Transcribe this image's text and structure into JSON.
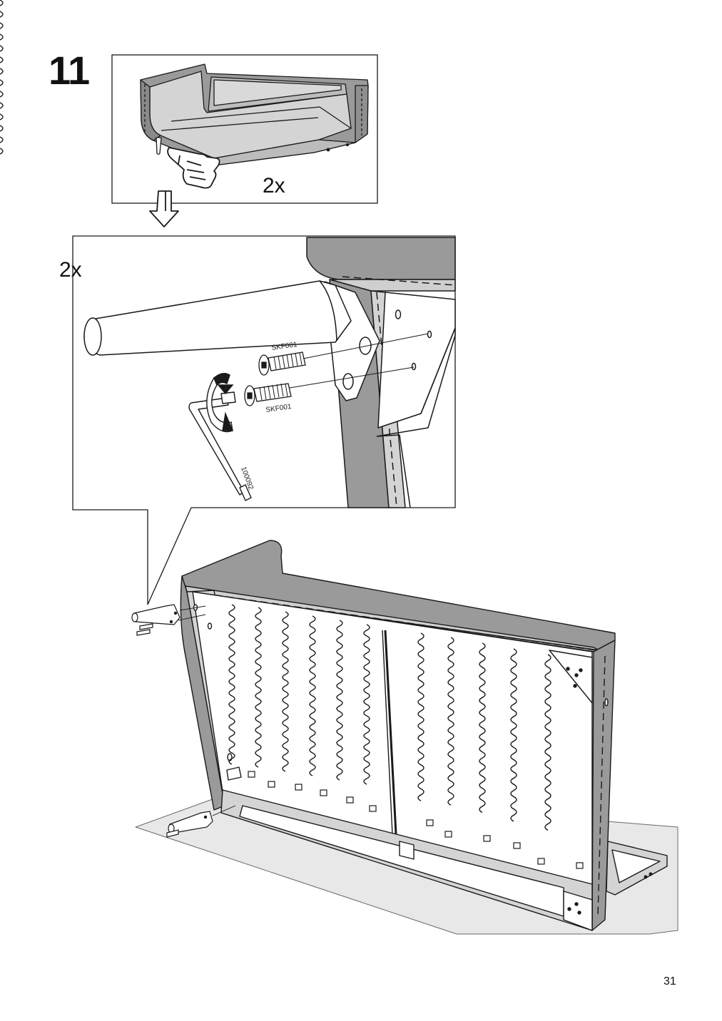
{
  "page": {
    "step_number": "11",
    "page_number": "31"
  },
  "overview_panel": {
    "quantity": "2x"
  },
  "detail_panel": {
    "quantity": "2x",
    "screw_label_top": "SKF001",
    "screw_label_bottom": "SKF001",
    "allen_key_label": "100092"
  },
  "colors": {
    "line": "#1a1a1a",
    "fabric_gray": "#9a9a9a",
    "light_gray": "#d4d4d4",
    "floor_gray": "#e6e6e6",
    "white": "#ffffff"
  }
}
